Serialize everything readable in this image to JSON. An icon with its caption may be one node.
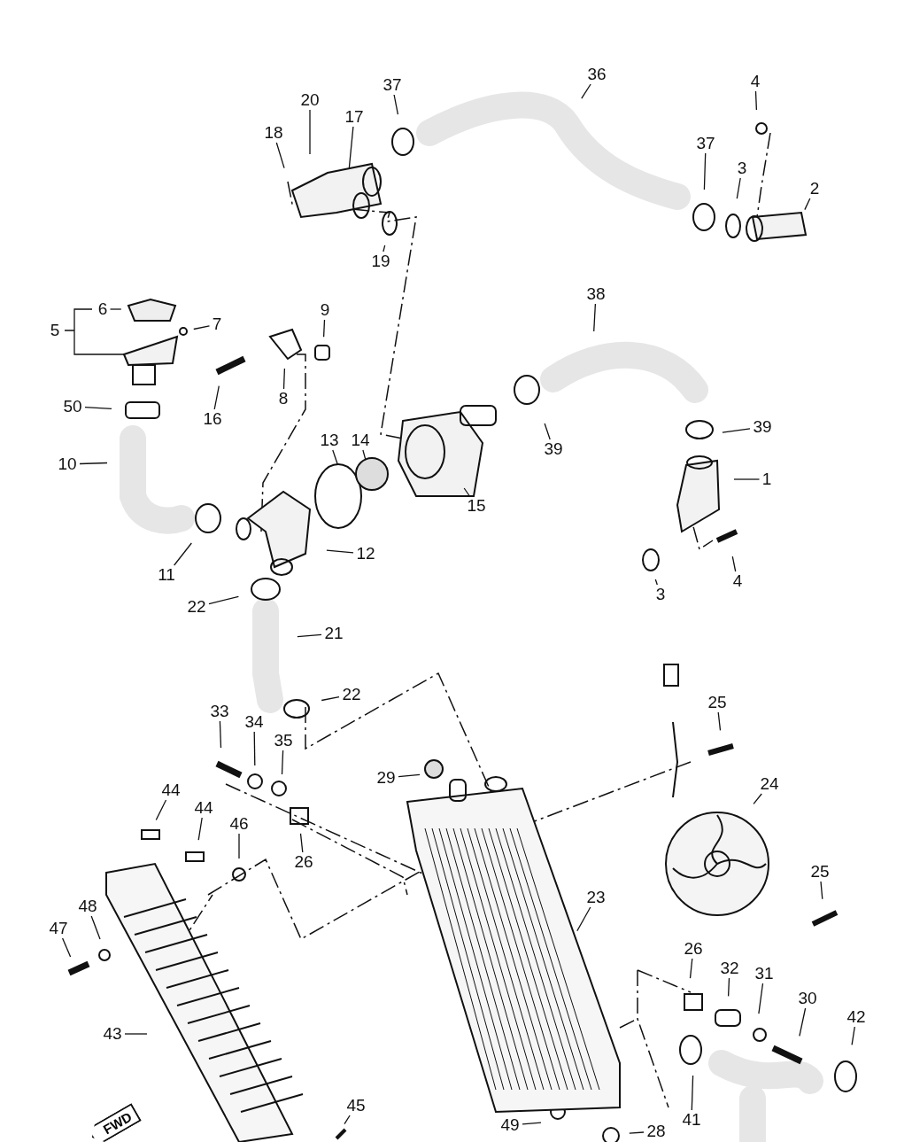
{
  "diagram": {
    "nodes": [
      {
        "text": [
          "4"
        ]
      },
      {
        "text": [
          "36"
        ]
      },
      {
        "text": [
          "37"
        ]
      },
      {
        "text": [
          "20"
        ]
      },
      {
        "text": [
          "17"
        ]
      },
      {
        "text": [
          "18"
        ]
      },
      {
        "text": [
          "37"
        ]
      },
      {
        "text": [
          "3"
        ]
      },
      {
        "text": [
          "2"
        ]
      },
      {
        "text": [
          "19"
        ]
      },
      {
        "text": [
          "38"
        ]
      },
      {
        "text": [
          "6"
        ]
      },
      {
        "text": [
          "5"
        ]
      },
      {
        "text": [
          "7"
        ]
      },
      {
        "text": [
          "9"
        ]
      },
      {
        "text": [
          "8"
        ]
      },
      {
        "text": [
          "16"
        ]
      },
      {
        "text": [
          "50"
        ]
      },
      {
        "text": [
          "39"
        ]
      },
      {
        "text": [
          "39"
        ]
      },
      {
        "text": [
          "14"
        ]
      },
      {
        "text": [
          "13"
        ]
      },
      {
        "text": [
          "10"
        ]
      },
      {
        "text": [
          "1"
        ]
      },
      {
        "text": [
          "15"
        ]
      },
      {
        "text": [
          "12"
        ]
      },
      {
        "text": [
          "3"
        ]
      },
      {
        "text": [
          "4"
        ]
      },
      {
        "text": [
          "11"
        ]
      },
      {
        "text": [
          "22"
        ]
      },
      {
        "text": [
          "21"
        ]
      },
      {
        "text": [
          "22"
        ]
      },
      {
        "text": [
          "33"
        ]
      },
      {
        "text": [
          "34"
        ]
      },
      {
        "text": [
          "35"
        ]
      },
      {
        "text": [
          "25"
        ]
      },
      {
        "text": [
          "29"
        ]
      },
      {
        "text": [
          "24"
        ]
      },
      {
        "text": [
          "44"
        ]
      },
      {
        "text": [
          "44"
        ]
      },
      {
        "text": [
          "46"
        ]
      },
      {
        "text": [
          "26"
        ]
      },
      {
        "text": [
          "25"
        ]
      },
      {
        "text": [
          "23"
        ]
      },
      {
        "text": [
          "48"
        ]
      },
      {
        "text": [
          "47"
        ]
      },
      {
        "text": [
          "26"
        ]
      },
      {
        "text": [
          "32"
        ]
      },
      {
        "text": [
          "31"
        ]
      },
      {
        "text": [
          "30"
        ]
      },
      {
        "text": [
          "42"
        ]
      },
      {
        "text": [
          "43"
        ]
      },
      {
        "text": [
          "45"
        ]
      },
      {
        "text": [
          "41"
        ]
      },
      {
        "text": [
          "49"
        ]
      },
      {
        "text": [
          "28"
        ]
      }
    ],
    "edges": [
      {
        "from": 0,
        "to": null,
        "arrow": "none"
      },
      {
        "from": 1,
        "to": null,
        "arrow": "none"
      },
      {
        "from": 2,
        "to": null,
        "arrow": "none"
      },
      {
        "from": 3,
        "to": null,
        "arrow": "none"
      },
      {
        "from": 4,
        "to": null,
        "arrow": "none"
      },
      {
        "from": 5,
        "to": null,
        "arrow": "none"
      },
      {
        "from": 6,
        "to": null,
        "arrow": "none"
      },
      {
        "from": 7,
        "to": null,
        "arrow": "none"
      },
      {
        "from": 8,
        "to": null,
        "arrow": "none"
      },
      {
        "from": 9,
        "to": null,
        "arrow": "none"
      },
      {
        "from": 10,
        "to": null,
        "arrow": "none"
      },
      {
        "from": 11,
        "to": null,
        "arrow": "none"
      },
      {
        "from": 12,
        "to": null,
        "arrow": "none"
      },
      {
        "from": 13,
        "to": null,
        "arrow": "none"
      },
      {
        "from": 14,
        "to": null,
        "arrow": "none"
      },
      {
        "from": 15,
        "to": null,
        "arrow": "none"
      },
      {
        "from": 16,
        "to": null,
        "arrow": "none"
      },
      {
        "from": 17,
        "to": null,
        "arrow": "none"
      },
      {
        "from": 18,
        "to": null,
        "arrow": "none"
      },
      {
        "from": 19,
        "to": null,
        "arrow": "none"
      },
      {
        "from": 20,
        "to": null,
        "arrow": "none"
      },
      {
        "from": 21,
        "to": null,
        "arrow": "none"
      },
      {
        "from": 22,
        "to": null,
        "arrow": "none"
      },
      {
        "from": 23,
        "to": null,
        "arrow": "none"
      },
      {
        "from": 24,
        "to": null,
        "arrow": "none"
      },
      {
        "from": 25,
        "to": null,
        "arrow": "none"
      },
      {
        "from": 26,
        "to": null,
        "arrow": "none"
      },
      {
        "from": 27,
        "to": null,
        "arrow": "none"
      },
      {
        "from": 28,
        "to": null,
        "arrow": "none"
      },
      {
        "from": 29,
        "to": null,
        "arrow": "none"
      },
      {
        "from": 30,
        "to": null,
        "arrow": "none"
      },
      {
        "from": 31,
        "to": null,
        "arrow": "none"
      },
      {
        "from": 32,
        "to": null,
        "arrow": "none"
      },
      {
        "from": 33,
        "to": null,
        "arrow": "none"
      },
      {
        "from": 34,
        "to": null,
        "arrow": "none"
      },
      {
        "from": 35,
        "to": null,
        "arrow": "none"
      },
      {
        "from": 36,
        "to": null,
        "arrow": "none"
      },
      {
        "from": 37,
        "to": null,
        "arrow": "none"
      },
      {
        "from": 38,
        "to": null,
        "arrow": "none"
      },
      {
        "from": 39,
        "to": null,
        "arrow": "none"
      },
      {
        "from": 40,
        "to": null,
        "arrow": "none"
      },
      {
        "from": 41,
        "to": null,
        "arrow": "none"
      },
      {
        "from": 42,
        "to": null,
        "arrow": "none"
      },
      {
        "from": 43,
        "to": null,
        "arrow": "none"
      },
      {
        "from": 44,
        "to": null,
        "arrow": "none"
      },
      {
        "from": 45,
        "to": null,
        "arrow": "none"
      },
      {
        "from": 46,
        "to": null,
        "arrow": "none"
      },
      {
        "from": 47,
        "to": null,
        "arrow": "none"
      },
      {
        "from": 48,
        "to": null,
        "arrow": "none"
      },
      {
        "from": 49,
        "to": null,
        "arrow": "none"
      },
      {
        "from": 50,
        "to": null,
        "arrow": "none"
      },
      {
        "from": 51,
        "to": null,
        "arrow": "none"
      },
      {
        "from": 52,
        "to": null,
        "arrow": "none"
      },
      {
        "from": 53,
        "to": null,
        "arrow": "none"
      },
      {
        "from": 54,
        "to": null,
        "arrow": "none"
      },
      {
        "from": 55,
        "to": null,
        "arrow": "none"
      }
    ],
    "labels": [
      "FWD"
    ]
  }
}
